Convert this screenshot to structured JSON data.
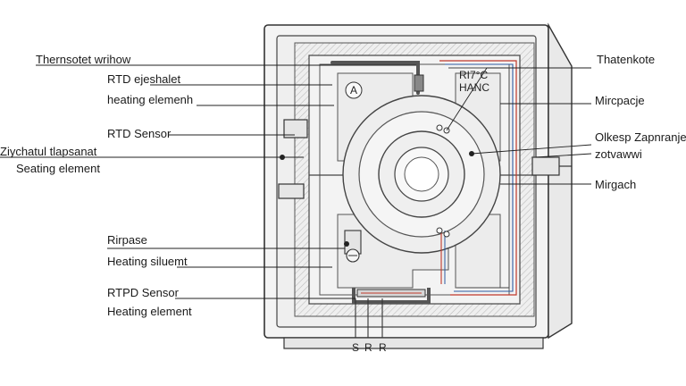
{
  "diagram": {
    "left_labels": [
      "Thernsotet wrihow",
      "RTD ejeshalet",
      "heating elemenh",
      "RTD Sensor",
      "Ziychatul tlapsanat",
      "Seating element",
      "Rirpase",
      "Heating siluemt",
      "RTPD Sensor",
      "Heating element"
    ],
    "right_labels": [
      "Thatenkote",
      "Mircpacje",
      "Olkesp Zapnranje",
      "zotvawwi",
      "Mirgach"
    ],
    "inner_text": {
      "badge": "A",
      "reading_1": "RI7°C",
      "reading_2": "HANC"
    },
    "terminals": [
      "S",
      "R",
      "R"
    ]
  }
}
